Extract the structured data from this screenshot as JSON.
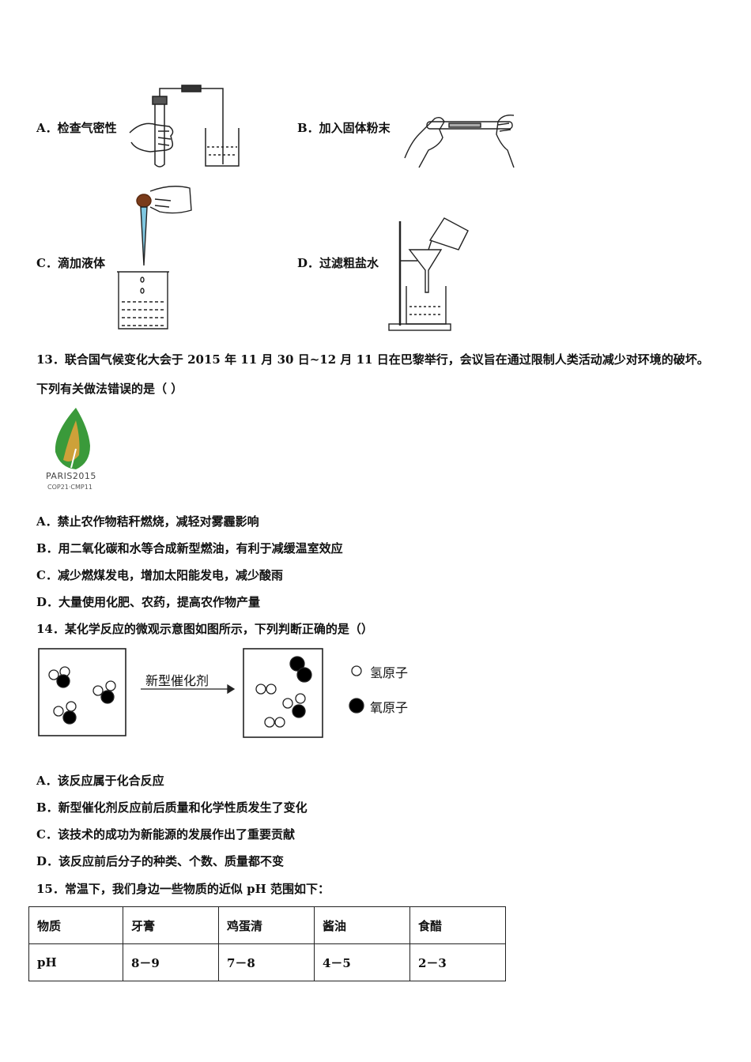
{
  "q12_options": {
    "a": "A．检查气密性",
    "b": "B．加入固体粉末",
    "c": "C．滴加液体",
    "d": "D．过滤粗盐水"
  },
  "q13": {
    "stem_line1": "13．联合国气候变化大会于 2015 年 11 月 30 日~12 月 11 日在巴黎举行，会议旨在通过限制人类活动减少对环境的破坏。",
    "stem_line2": "下列有关做法错误的是（    ）",
    "logo_text": "PARIS2015",
    "logo_sub": "COP21·CMP11",
    "options": [
      "A．禁止农作物秸秆燃烧，减轻对雾霾影响",
      "B．用二氧化碳和水等合成新型燃油，有利于减缓温室效应",
      "C．减少燃煤发电，增加太阳能发电，减少酸雨",
      "D．大量使用化肥、农药，提高农作物产量"
    ]
  },
  "q14": {
    "stem": "14．某化学反应的微观示意图如图所示，下列判断正确的是（）",
    "arrow_label": "新型催化剂",
    "legend_h": "氢原子",
    "legend_o": "氧原子",
    "options": [
      "A．该反应属于化合反应",
      "B．新型催化剂反应前后质量和化学性质发生了变化",
      "C．该技术的成功为新能源的发展作出了重要贡献",
      "D．该反应前后分子的种类、个数、质量都不变"
    ]
  },
  "q15": {
    "stem": "15．常温下，我们身边一些物质的近似 pH 范围如下：",
    "header": [
      "物质",
      "牙膏",
      "鸡蛋清",
      "酱油",
      "食醋"
    ],
    "row": [
      "pH",
      "8－9",
      "7－8",
      "4－5",
      "2－3"
    ]
  },
  "colors": {
    "logo_green": "#3a9a3a",
    "logo_orange": "#e8a23a",
    "ink": "#111111"
  }
}
